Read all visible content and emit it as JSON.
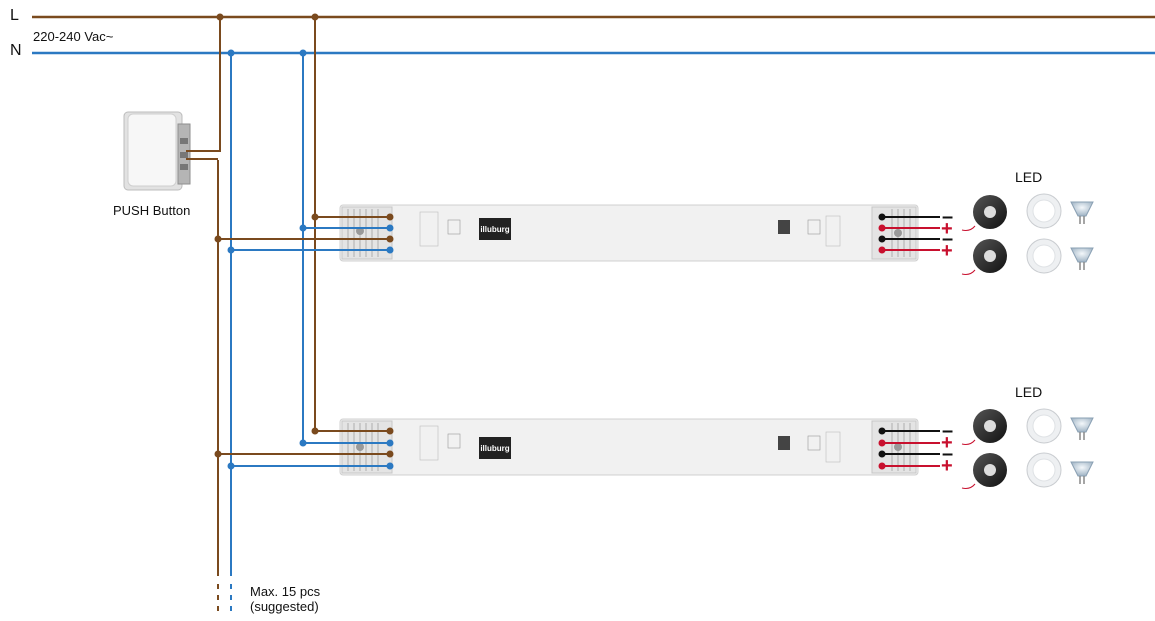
{
  "labels": {
    "line_L": "L",
    "line_N": "N",
    "voltage": "220-240 Vac~",
    "push_button": "PUSH Button",
    "led_top": "LED",
    "led_bottom": "LED",
    "max_pcs": "Max. 15 pcs",
    "suggested": "(suggested)"
  },
  "drivers": [
    {
      "brand": "illuburg"
    },
    {
      "brand": "illuburg"
    }
  ],
  "polarity": {
    "minus": "–",
    "plus": "+"
  },
  "colors": {
    "live": "#7a4a1e",
    "neutral": "#2b79c2",
    "black_wire": "#111111",
    "red_wire": "#c8102e",
    "driver_body": "#f1f1f1",
    "brand_badge": "#222222"
  }
}
